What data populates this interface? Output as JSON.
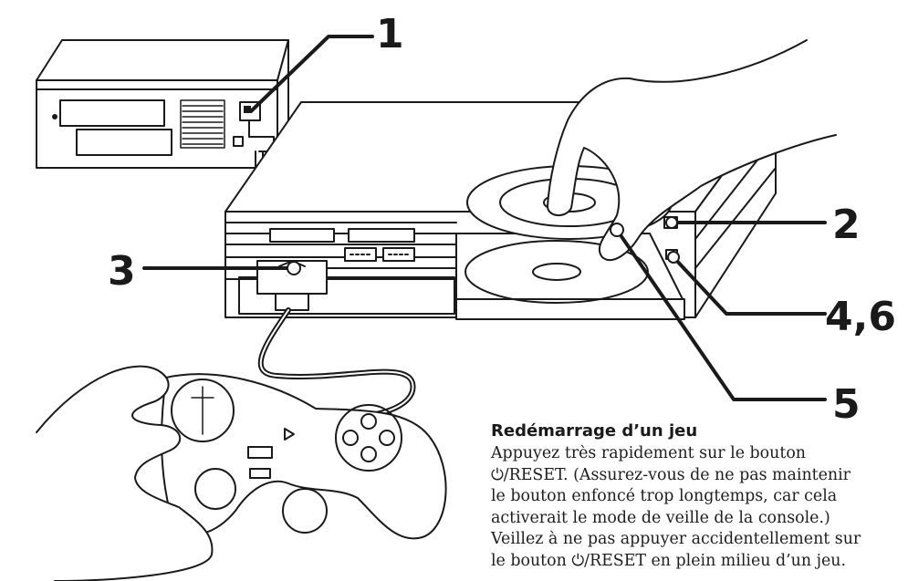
{
  "callouts": {
    "c1": "1",
    "c2": "2",
    "c3": "3",
    "c46": "4,6",
    "c5": "5"
  },
  "caption": {
    "heading": "Redémarrage d’un jeu",
    "body": "Appuyez très rapidement sur le bouton\n⏻/RESET. (Assurez-vous de ne pas maintenir\nle bouton enfoncé trop longtemps, car cela\nactiverait le mode de veille de la console.)\nVeillez à ne pas appuyer accidentellement sur\nle bouton ⏻/RESET en plein milieu d’un jeu."
  }
}
